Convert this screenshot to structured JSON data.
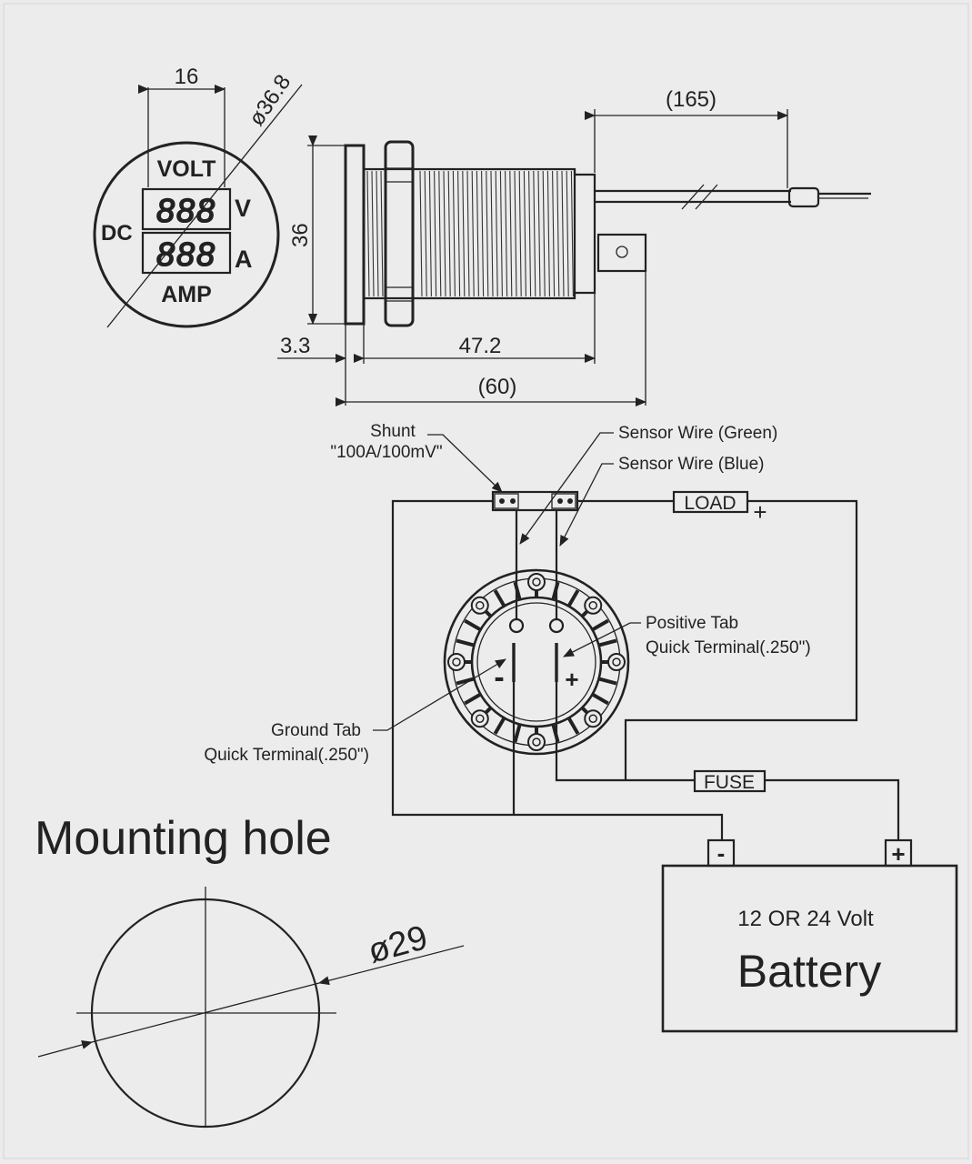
{
  "meter_face": {
    "dim_width": "16",
    "dim_diameter": "ø36.8",
    "label_volt": "VOLT",
    "label_amp": "AMP",
    "label_dc": "DC",
    "label_v": "V",
    "label_a": "A",
    "digits": "888"
  },
  "side_view": {
    "dim_height": "36",
    "dim_cable": "(165)",
    "dim_flange": "3.3",
    "dim_body": "47.2",
    "dim_total": "(60)"
  },
  "wiring": {
    "shunt_label": "Shunt",
    "shunt_rating": "\"100A/100mV\"",
    "sensor_green": "Sensor Wire (Green)",
    "sensor_blue": "Sensor Wire (Blue)",
    "load_label": "LOAD",
    "load_plus": "+",
    "positive_tab_line1": "Positive Tab",
    "positive_tab_line2": "Quick Terminal(.250\")",
    "ground_tab_line1": "Ground Tab",
    "ground_tab_line2": "Quick Terminal(.250\")",
    "fuse_label": "FUSE",
    "minus_sign": "-",
    "plus_sign": "+",
    "battery_minus": "-",
    "battery_plus": "+",
    "battery_voltage": "12 OR 24 Volt",
    "battery_label": "Battery"
  },
  "mounting": {
    "title": "Mounting hole",
    "diameter": "ø29"
  }
}
